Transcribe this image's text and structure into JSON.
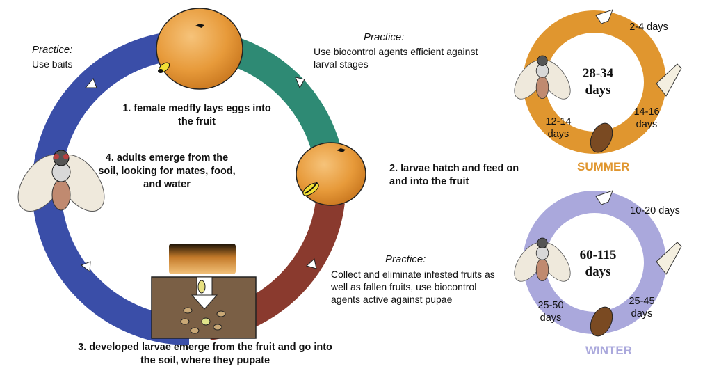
{
  "practices": {
    "baits": {
      "title": "Practice:",
      "text": "Use baits"
    },
    "biocontrol_larval": {
      "title": "Practice:",
      "text": "Use biocontrol agents efficient against larval stages"
    },
    "collect": {
      "title": "Practice:",
      "text": "Collect and eliminate infested fruits as well as fallen fruits, use biocontrol agents active against pupae"
    }
  },
  "steps": {
    "s1": "1. female medfly lays eggs into the fruit",
    "s2": "2. larvae hatch and feed on and into the fruit",
    "s3": "3. developed larvae emerge from the fruit and go into the soil, where they pupate",
    "s4": "4. adults emerge from the soil, looking for mates, food, and water"
  },
  "summer": {
    "label": "SUMMER",
    "total": "28-34 days",
    "egg": "2-4 days",
    "larva": "14-16 days",
    "pupa": "12-14 days",
    "color": "#e0962f"
  },
  "winter": {
    "label": "WINTER",
    "total": "60-115 days",
    "egg": "10-20 days",
    "larva": "25-45 days",
    "pupa": "25-50 days",
    "color": "#aaa8dc"
  },
  "colors": {
    "blue_arc": "#3a4ea8",
    "teal_arc": "#2e8a74",
    "red_arc": "#8a3a2e",
    "orange_fruit": "#e79a3a",
    "soil": "#7a5f45"
  }
}
